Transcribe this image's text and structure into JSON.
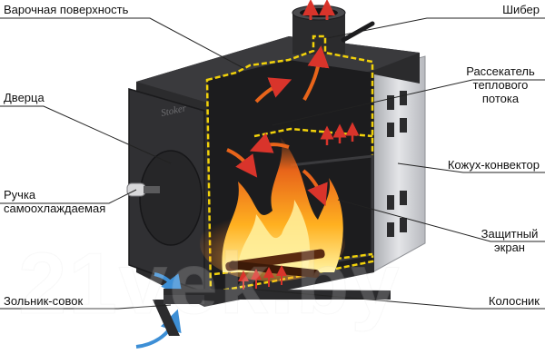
{
  "labels": {
    "cooking_surface": "Варочная поверхность",
    "damper": "Шибер",
    "door": "Дверца",
    "deflector_line1": "Рассекатель",
    "deflector_line2": "теплового",
    "deflector_line3": "потока",
    "casing_convector": "Кожух-конвектор",
    "handle_line1": "Ручка",
    "handle_line2": "самоохлаждаемая",
    "screen_line1": "Защитный",
    "screen_line2": "экран",
    "ash_pan": "Зольник-совок",
    "grate": "Колосник"
  },
  "brand": "Stoker",
  "watermark": "21vek.by",
  "colors": {
    "body": "#2b2b2d",
    "body_light": "#3a3a3d",
    "interior": "#1c1c1e",
    "casing": "#c9cace",
    "cutline": "#f2d20a",
    "cold_air": "#3d8fd6",
    "hot_air": "#d9342b",
    "flame": "#f08a1c",
    "leader": "#222222"
  }
}
